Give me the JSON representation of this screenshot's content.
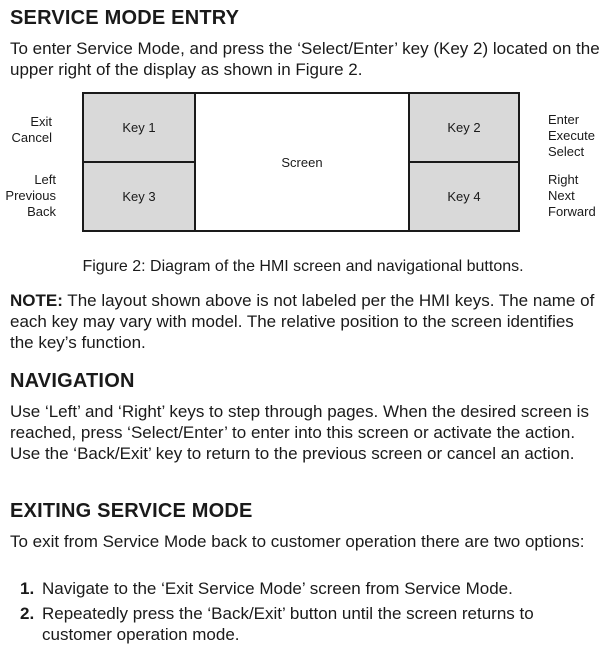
{
  "sections": {
    "service_mode_entry": {
      "heading": "SERVICE MODE ENTRY",
      "text": "To enter Service Mode, and press the ‘Select/Enter’ key (Key 2) located on the upper right of the display as shown in Figure 2."
    },
    "navigation": {
      "heading": "NAVIGATION",
      "text": "Use ‘Left’ and ‘Right’ keys to step through pages. When the desired screen is reached, press ‘Select/Enter’ to enter into this screen or activate the action. Use the ‘Back/Exit’ key to return to the previous screen or cancel an action."
    },
    "exiting": {
      "heading": "EXITING SERVICE MODE",
      "text": "To exit from Service Mode back to customer operation there are two options:",
      "steps": [
        {
          "num": "1.",
          "text": "Navigate to the ‘Exit Service Mode’ screen from Service Mode."
        },
        {
          "num": "2.",
          "text": "Repeatedly press the ‘Back/Exit’ button until the screen returns to customer operation mode."
        }
      ]
    }
  },
  "figure": {
    "left_top_labels": [
      "Exit",
      "Cancel"
    ],
    "left_bottom_labels": [
      "Left",
      "Previous",
      "Back"
    ],
    "right_top_labels": [
      "Enter",
      "Execute",
      "Select"
    ],
    "right_bottom_labels": [
      "Right",
      "Next",
      "Forward"
    ],
    "keys": {
      "key1": "Key 1",
      "key2": "Key 2",
      "key3": "Key 3",
      "key4": "Key 4"
    },
    "screen_label": "Screen",
    "key_fill_color": "#d9d9d9",
    "caption": "Figure 2: Diagram of the HMI screen and navigational buttons."
  },
  "note": {
    "label": "NOTE:",
    "text": " The layout shown above is not labeled per the HMI keys. The name of each key may vary with model. The relative position to the screen identifies the key’s function."
  }
}
